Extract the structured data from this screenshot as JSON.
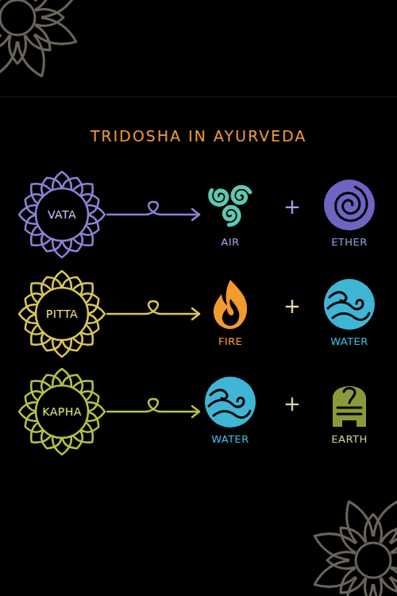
{
  "diagram": {
    "title": "TRIDOSHA IN AYURVEDA",
    "nodes": [
      {
        "text": [
          "VATA"
        ]
      },
      {
        "text": [
          "AIR"
        ]
      },
      {
        "text": [
          "ETHER"
        ]
      },
      {
        "text": [
          "PITTA"
        ]
      },
      {
        "text": [
          "FIRE"
        ]
      },
      {
        "text": [
          "WATER"
        ]
      },
      {
        "text": [
          "KAPHA"
        ]
      },
      {
        "text": [
          "WATER"
        ]
      },
      {
        "text": [
          "EARTH"
        ]
      }
    ],
    "edges": [
      {
        "from": 0,
        "to": 1,
        "arrow": "to"
      },
      {
        "from": 3,
        "to": 4,
        "arrow": "to"
      },
      {
        "from": 6,
        "to": 7,
        "arrow": "to"
      }
    ],
    "labels": [
      "+",
      "+",
      "+"
    ]
  }
}
